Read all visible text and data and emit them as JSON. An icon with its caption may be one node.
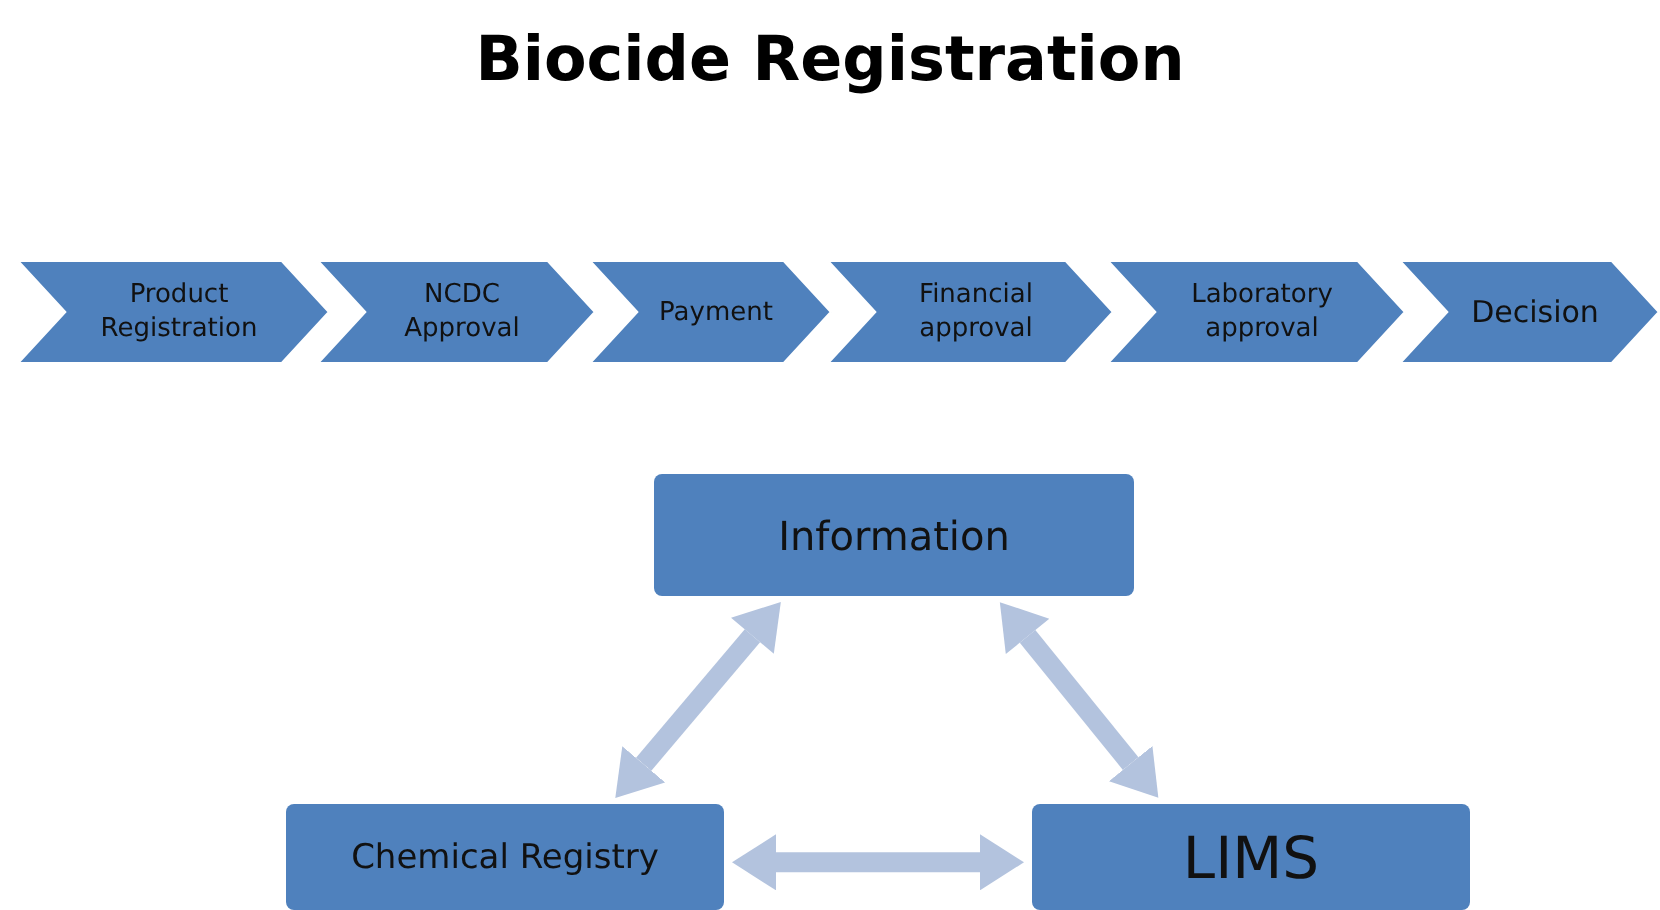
{
  "diagram": {
    "title": "Biocide Registration",
    "nodes": [
      {
        "text": [
          "Product Registration"
        ]
      },
      {
        "text": [
          "NCDC Approval"
        ]
      },
      {
        "text": [
          "Payment"
        ]
      },
      {
        "text": [
          "Financial approval"
        ]
      },
      {
        "text": [
          "Laboratory approval"
        ]
      },
      {
        "text": [
          "Decision"
        ]
      },
      {
        "text": [
          "Information"
        ]
      },
      {
        "text": [
          "Chemical Registry"
        ]
      },
      {
        "text": [
          "LIMS"
        ]
      }
    ],
    "edges": [
      {
        "from": 6,
        "to": 7,
        "arrow": "both"
      },
      {
        "from": 6,
        "to": 8,
        "arrow": "both"
      },
      {
        "from": 7,
        "to": 8,
        "arrow": "both"
      }
    ]
  }
}
